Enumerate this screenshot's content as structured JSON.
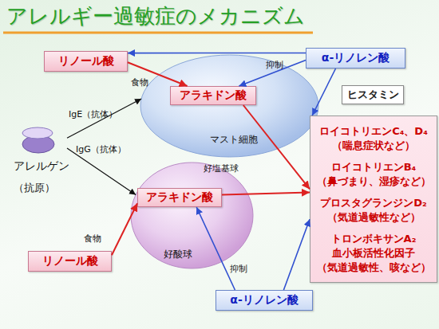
{
  "diagram": {
    "title": "アレルギー過敏症のメカニズム",
    "nodes": [
      {
        "text": [
          "リノール酸"
        ]
      },
      {
        "text": [
          "α-リノレン酸"
        ]
      },
      {
        "text": [
          "マスト細胞"
        ]
      },
      {
        "text": [
          "アラキドン酸"
        ],
        "in": 2
      },
      {
        "text": [
          "ヒスタミン"
        ]
      },
      {
        "text": [
          "ロイコトリエンC₄、D₄",
          "（喘息症状など）",
          "ロイコトリエンB₄",
          "（鼻づまり、湿疹など）",
          "プロスタグランジンD₂",
          "（気道過敏性など）",
          "トロンボキサンA₂",
          "血小板活性化因子",
          "（気道過敏性、咳など）"
        ]
      },
      {
        "text": [
          "アレルゲン",
          "（抗原）"
        ]
      },
      {
        "text": [
          "好酸球"
        ]
      },
      {
        "text": [
          "アラキドン酸"
        ],
        "in": 7
      },
      {
        "text": [
          "リノール酸"
        ]
      },
      {
        "text": [
          "α-リノレン酸"
        ]
      }
    ],
    "edges": [
      {
        "from": 0,
        "to": 3,
        "arrow": "to",
        "label": "食物"
      },
      {
        "from": 1,
        "to": 0,
        "arrow": "to"
      },
      {
        "from": 1,
        "to": 3,
        "arrow": "to",
        "label": "抑制"
      },
      {
        "from": 1,
        "to": 5,
        "arrow": "to"
      },
      {
        "from": 6,
        "to": 2,
        "arrow": "to",
        "label": "IgE（抗体）"
      },
      {
        "from": 6,
        "to": 7,
        "arrow": "to",
        "label": "IgG（抗体）"
      },
      {
        "from": 3,
        "to": 5,
        "arrow": "to"
      },
      {
        "from": 9,
        "to": 8,
        "arrow": "to",
        "label": "食物"
      },
      {
        "from": 8,
        "to": 5,
        "arrow": "to"
      },
      {
        "from": 10,
        "to": 8,
        "arrow": "to",
        "label": "抑制"
      },
      {
        "from": 10,
        "to": 5,
        "arrow": "to"
      }
    ],
    "labels": [
      "好塩基球"
    ]
  }
}
